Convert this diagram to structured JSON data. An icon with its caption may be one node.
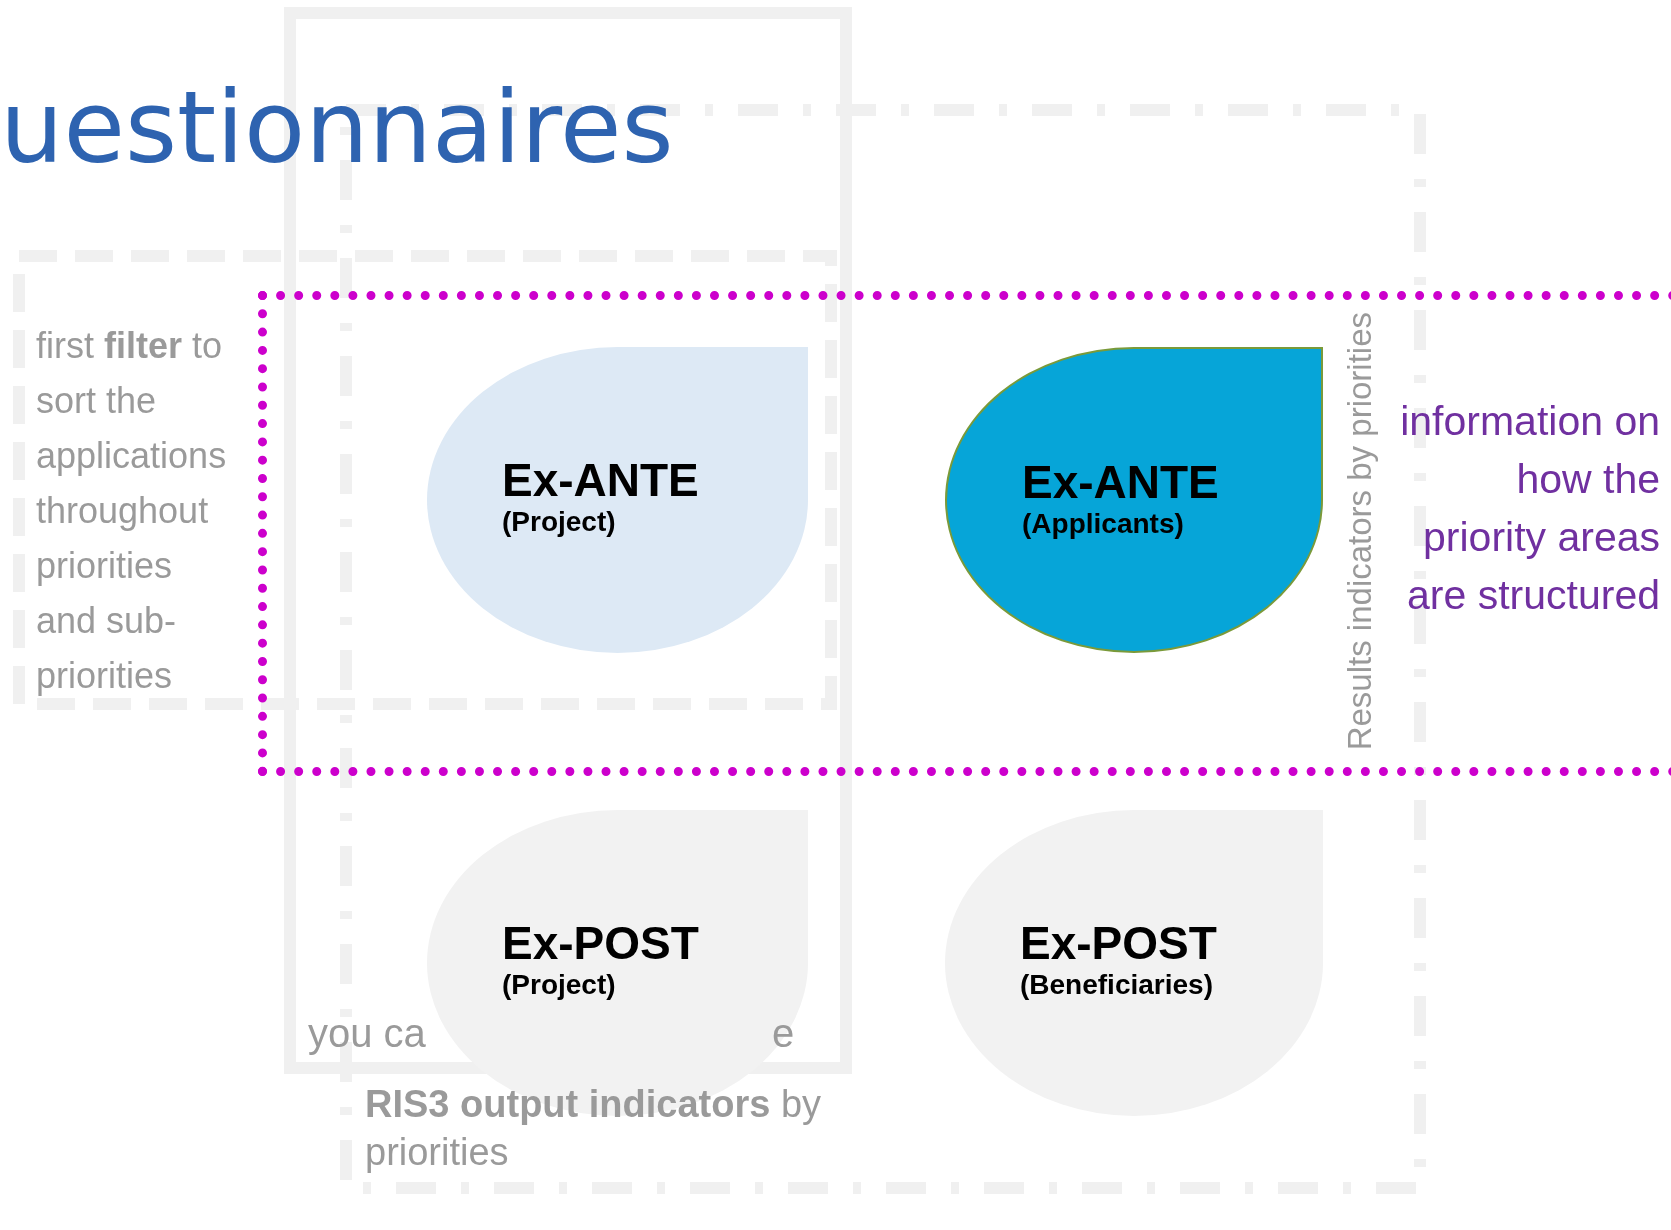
{
  "diagram": {
    "title": "uestionnaires",
    "nodes": [
      {
        "text": [],
        "shape": "box"
      },
      {
        "text": [
          "Ex-ANTE",
          "(Project)"
        ],
        "in": 0
      },
      {
        "text": [
          "Ex-ANTE",
          "(Applicants)"
        ],
        "in": 0
      },
      {
        "text": [
          "Ex-POST",
          "(Project)"
        ]
      },
      {
        "text": [
          "Ex-POST",
          "(Beneficiaries)"
        ]
      }
    ],
    "labels": [
      "first **filter** to sort the applications throughout priorities and sub-priorities",
      "you ca",
      "e",
      "**RIS3** **output  indicators** by priorities",
      "information on how the priority areas are structured",
      "Results indicators by priorities"
    ]
  }
}
